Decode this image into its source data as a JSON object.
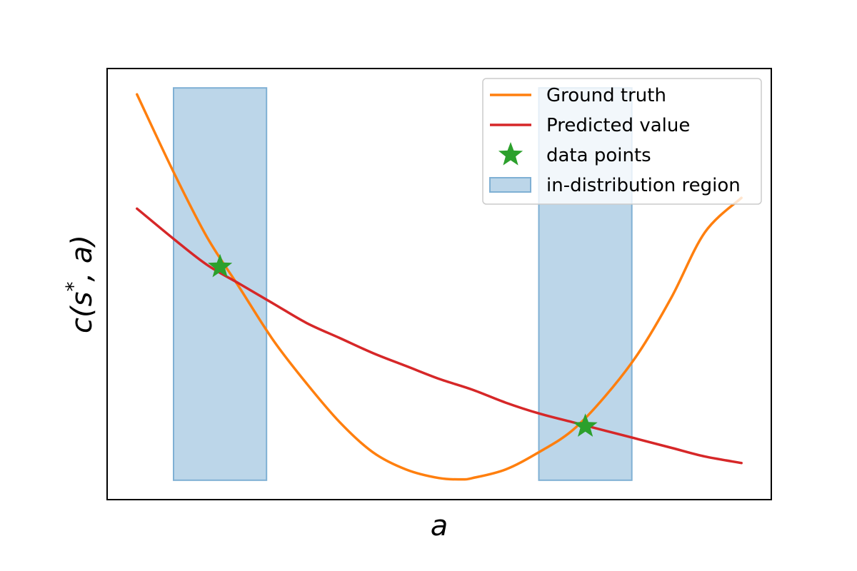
{
  "chart_data": {
    "type": "line",
    "title": "",
    "xlabel": "a",
    "ylabel": "c(s*, a)",
    "ylabel_parts": {
      "func": "c(s",
      "sup": "*",
      "rest": ", a)"
    },
    "xlim": [
      0,
      1
    ],
    "ylim": [
      0,
      1
    ],
    "ticks_shown": false,
    "grid": false,
    "legend": {
      "placement": "top-right",
      "entries": [
        "Ground truth",
        "Predicted value",
        "data points",
        "in-distribution region"
      ]
    },
    "regions": [
      {
        "name": "in-distribution region",
        "x_range": [
          0.1,
          0.24
        ],
        "y_range": [
          0.045,
          0.955
        ],
        "color": "#a6c8e2"
      },
      {
        "name": "in-distribution region",
        "x_range": [
          0.65,
          0.79
        ],
        "y_range": [
          0.045,
          0.955
        ],
        "color": "#a6c8e2"
      }
    ],
    "series": [
      {
        "name": "Ground truth",
        "color": "#ff7f0e",
        "x": [
          0.045,
          0.1,
          0.15,
          0.2,
          0.25,
          0.3,
          0.35,
          0.4,
          0.45,
          0.5,
          0.535,
          0.55,
          0.6,
          0.65,
          0.7,
          0.75,
          0.8,
          0.85,
          0.9,
          0.955
        ],
        "y": [
          0.94,
          0.76,
          0.61,
          0.49,
          0.37,
          0.27,
          0.18,
          0.11,
          0.07,
          0.05,
          0.047,
          0.05,
          0.07,
          0.11,
          0.16,
          0.24,
          0.34,
          0.47,
          0.62,
          0.7
        ]
      },
      {
        "name": "Predicted value",
        "color": "#d62728",
        "x": [
          0.045,
          0.1,
          0.15,
          0.2,
          0.25,
          0.3,
          0.35,
          0.4,
          0.45,
          0.5,
          0.55,
          0.6,
          0.65,
          0.7,
          0.75,
          0.8,
          0.85,
          0.9,
          0.955
        ],
        "y": [
          0.675,
          0.605,
          0.545,
          0.5,
          0.455,
          0.41,
          0.375,
          0.34,
          0.31,
          0.28,
          0.255,
          0.225,
          0.2,
          0.18,
          0.16,
          0.14,
          0.12,
          0.1,
          0.085
        ]
      },
      {
        "name": "data points",
        "color": "#2ca02c",
        "marker": "star",
        "x": [
          0.17,
          0.72
        ],
        "y": [
          0.54,
          0.17
        ]
      }
    ]
  },
  "colors": {
    "ground_truth": "#ff7f0e",
    "predicted": "#d62728",
    "points": "#2ca02c",
    "region_fill": "#a6c8e2",
    "region_edge": "#7fb0d4"
  }
}
